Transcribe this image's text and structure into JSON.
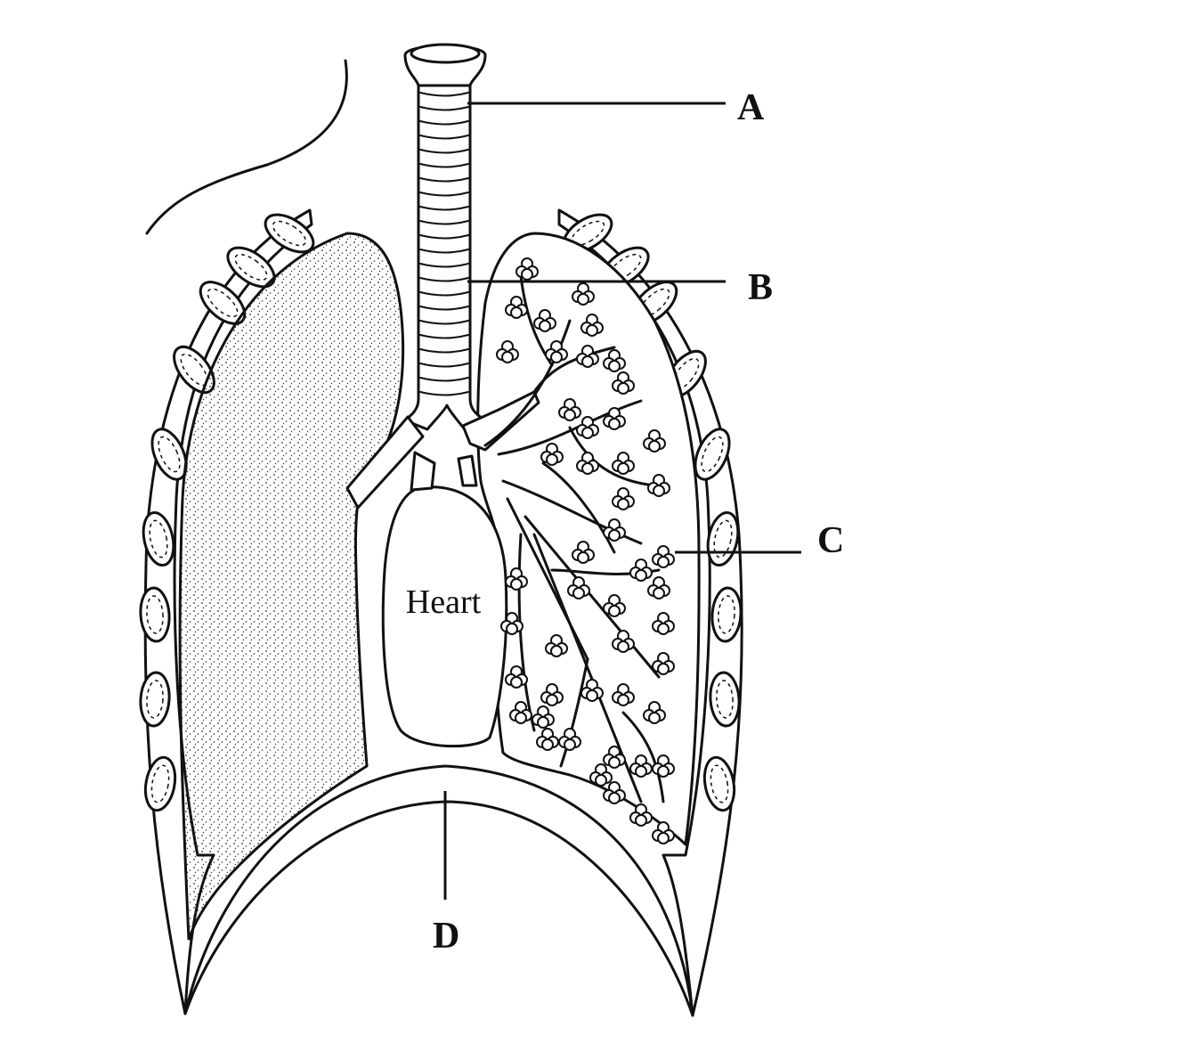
{
  "diagram": {
    "labels": {
      "a": "A",
      "b": "B",
      "c": "C",
      "d": "D"
    },
    "heart": "Heart"
  }
}
